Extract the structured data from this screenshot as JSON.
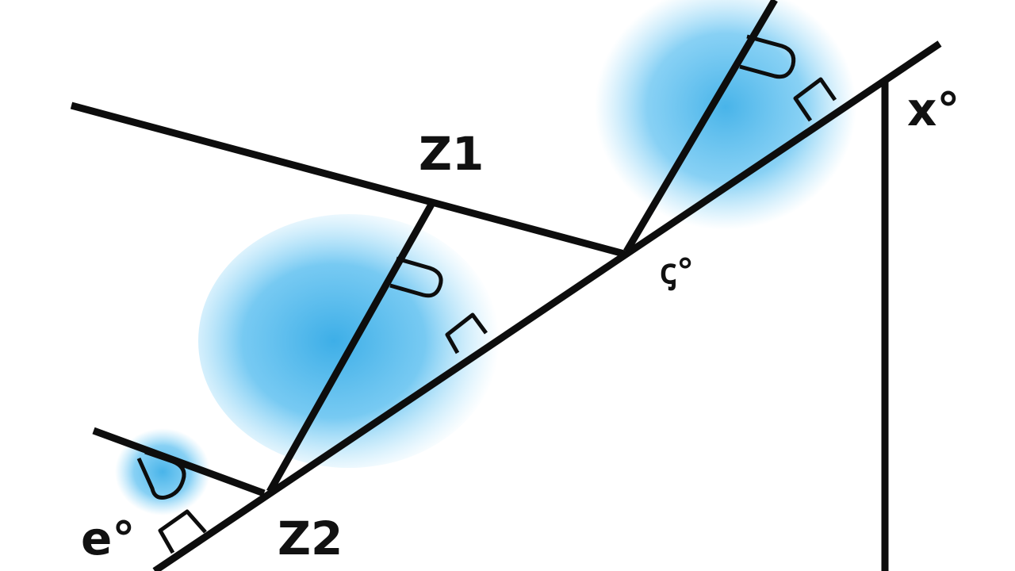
{
  "diagram": {
    "labels": {
      "z1": "Z1",
      "z2": "Z2",
      "x": "x°",
      "e": "e°",
      "c": "ꞔ°"
    },
    "colors": {
      "ink": "#0d0d0d",
      "highlight": "#3fb0e8"
    }
  }
}
